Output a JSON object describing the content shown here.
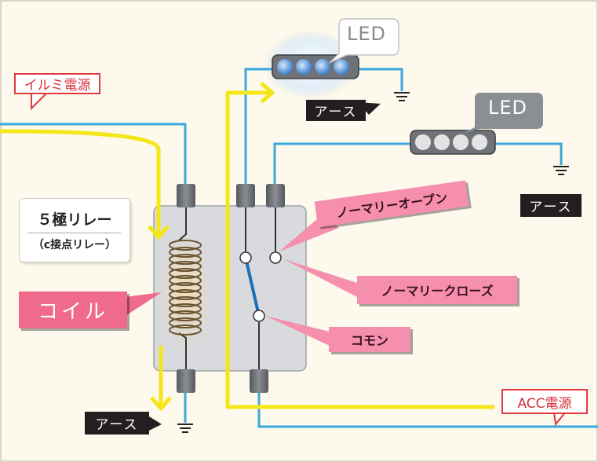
{
  "labels": {
    "illumi_power": "イルミ電源",
    "acc_power": "ACC電源",
    "led_top": "LED",
    "led_right": "LED",
    "ground_top": "アース",
    "ground_right": "アース",
    "ground_bottom": "アース",
    "relay_title": "５極リレー",
    "relay_subtitle": "（c接点リレー）",
    "coil": "コイル",
    "normally_open": "ノーマリーオープン",
    "normally_closed": "ノーマリークローズ",
    "common": "コモン"
  },
  "colors": {
    "background": "#fdf9ec",
    "wire_blue": "#3aa8dd",
    "current_arrow_yellow": "#f5e61a",
    "relay_body": "#d8dadd",
    "terminal": "#6a6e73",
    "pink_label": "#f58fad",
    "coil_label": "#f06a8c",
    "red_callout_border": "#e0383f",
    "led_lit": "#4a8fd8",
    "led_unlit": "#e3e3e3"
  },
  "icons": {
    "ground": "ground-symbol-icon",
    "led_lit": "led-bar-lit-icon",
    "led_unlit": "led-bar-unlit-icon",
    "coil": "coil-winding-icon",
    "switch": "relay-switch-icon"
  }
}
